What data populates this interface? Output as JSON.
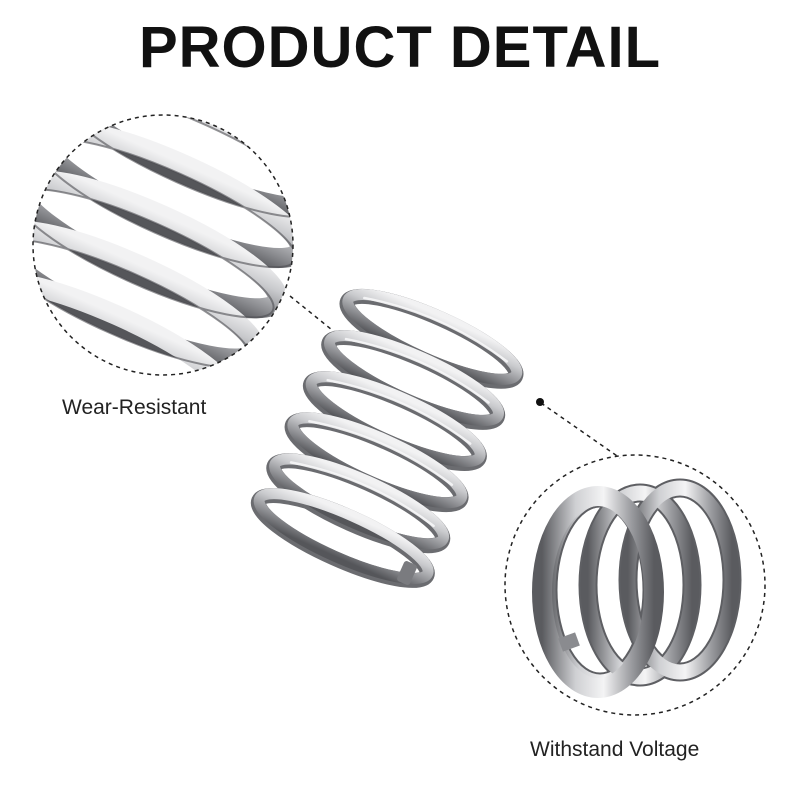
{
  "title": "PRODUCT DETAIL",
  "callouts": {
    "wear_resistant": "Wear-Resistant",
    "withstand_voltage": "Withstand Voltage"
  },
  "colors": {
    "background": "#ffffff",
    "title": "#111111",
    "spring_metal_light": "#e4e4e6",
    "spring_metal_mid": "#a9aaad",
    "spring_metal_dark": "#5c5d61",
    "dashed_line": "#222222"
  },
  "images": {
    "main_spring": "compression-spring-side-view",
    "zoom_left": "spring-coils-closeup",
    "zoom_right": "spring-end-view-closeup"
  }
}
